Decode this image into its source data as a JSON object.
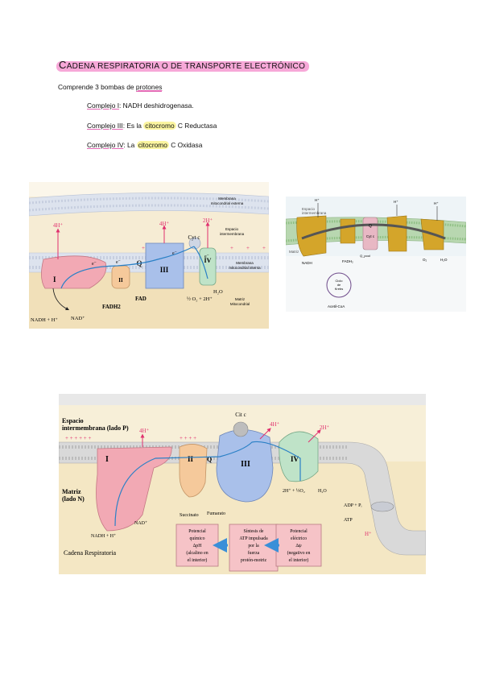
{
  "heading": {
    "first_letter": "C",
    "rest": "ADENA RESPIRATORIA O DE TRANSPORTE ELECTRÓNICO"
  },
  "intro": {
    "before": "Comprende 3 bombas de ",
    "underlined": "protones"
  },
  "complexes": [
    {
      "label": "Complejo I",
      "before": ": NADH deshidrogenasa",
      "highlight": "",
      "after": "."
    },
    {
      "label": "Complejo III",
      "before": ": Es la ",
      "highlight": "citocromo",
      "after": " C Reductasa"
    },
    {
      "label": "Complejo IV",
      "before": ": La ",
      "highlight": "citocromo",
      "after": " C Oxidasa"
    }
  ],
  "figure1": {
    "outer_membrane": [
      "Membrana",
      "mitocondrial externa"
    ],
    "intermembrane": [
      "Espacio",
      "intermembrana"
    ],
    "inner_membrane": [
      "Membrana",
      "mitocondrial interna"
    ],
    "matrix": [
      "Matriz",
      "Mitocondrial"
    ],
    "proton_1": "4H⁺",
    "proton_3": "4H⁺",
    "proton_4": "2H⁺",
    "complex_1": "I",
    "complex_2": "II",
    "complex_3": "III",
    "complex_4": "IV",
    "q": "Q",
    "cyt_c": "Cyt c",
    "electron": "e⁻",
    "fad": "FAD",
    "fadh2": "FADH2",
    "nadh": "NADH + H⁺",
    "nad": "NAD⁺",
    "water": "H₂O",
    "oxygen": "½ O₂ + 2H⁺"
  },
  "figure2": {
    "space": [
      "Espacio",
      "intermembrana"
    ],
    "matrix": "Matriz",
    "h": "H⁺",
    "q": "Q",
    "cyt": "Cyt c",
    "nadh": "NADH",
    "fadh2": "FADH₂",
    "q_pool": "Q_pool",
    "o2": "O₂",
    "h2o": "H₂O",
    "krebs": [
      "Ciclo",
      "de",
      "Krebs"
    ],
    "acetyl": "Acetil-CoA"
  },
  "figure3": {
    "space": [
      "Espacio",
      "intermembrana (lado P)"
    ],
    "matrix": [
      "Matriz",
      "(lado N)"
    ],
    "cit_c": "Cit c",
    "proton_1": "4H⁺",
    "proton_3": "4H⁺",
    "proton_4": "2H⁺",
    "complex_1": "I",
    "complex_2": "II",
    "complex_3": "III",
    "complex_4": "IV",
    "q": "Q",
    "nad": "NAD⁺",
    "nadh": "NADH + H⁺",
    "succinate": "Succinato",
    "fumarate": "Fumarato",
    "water_in": "2H⁺ + ½O₂",
    "water_out": "H₂O",
    "adp": "ADP + Pᵢ",
    "atp": "ATP",
    "h": "H⁺",
    "caption": "Cadena Respiratoria",
    "box_left": [
      "Potencial",
      "químico",
      "ΔpH",
      "(alcalino en",
      "el interior)"
    ],
    "box_mid": [
      "Síntesis de",
      "ATP impulsada",
      "por la",
      "fuerza",
      "protón-motriz"
    ],
    "box_right": [
      "Potencial",
      "eléctrico",
      "Δψ",
      "(negativo en",
      "el interior)"
    ]
  },
  "colors": {
    "pink_highlight": "#f7a8d8",
    "yellow_highlight": "#fbf5a0",
    "membrane": "#cfd6e4",
    "complex_1": "#f2a9b4",
    "complex_2": "#f5c99b",
    "complex_3": "#a9c0ea",
    "complex_4": "#bfe3c8",
    "proton": "#e0306e"
  }
}
